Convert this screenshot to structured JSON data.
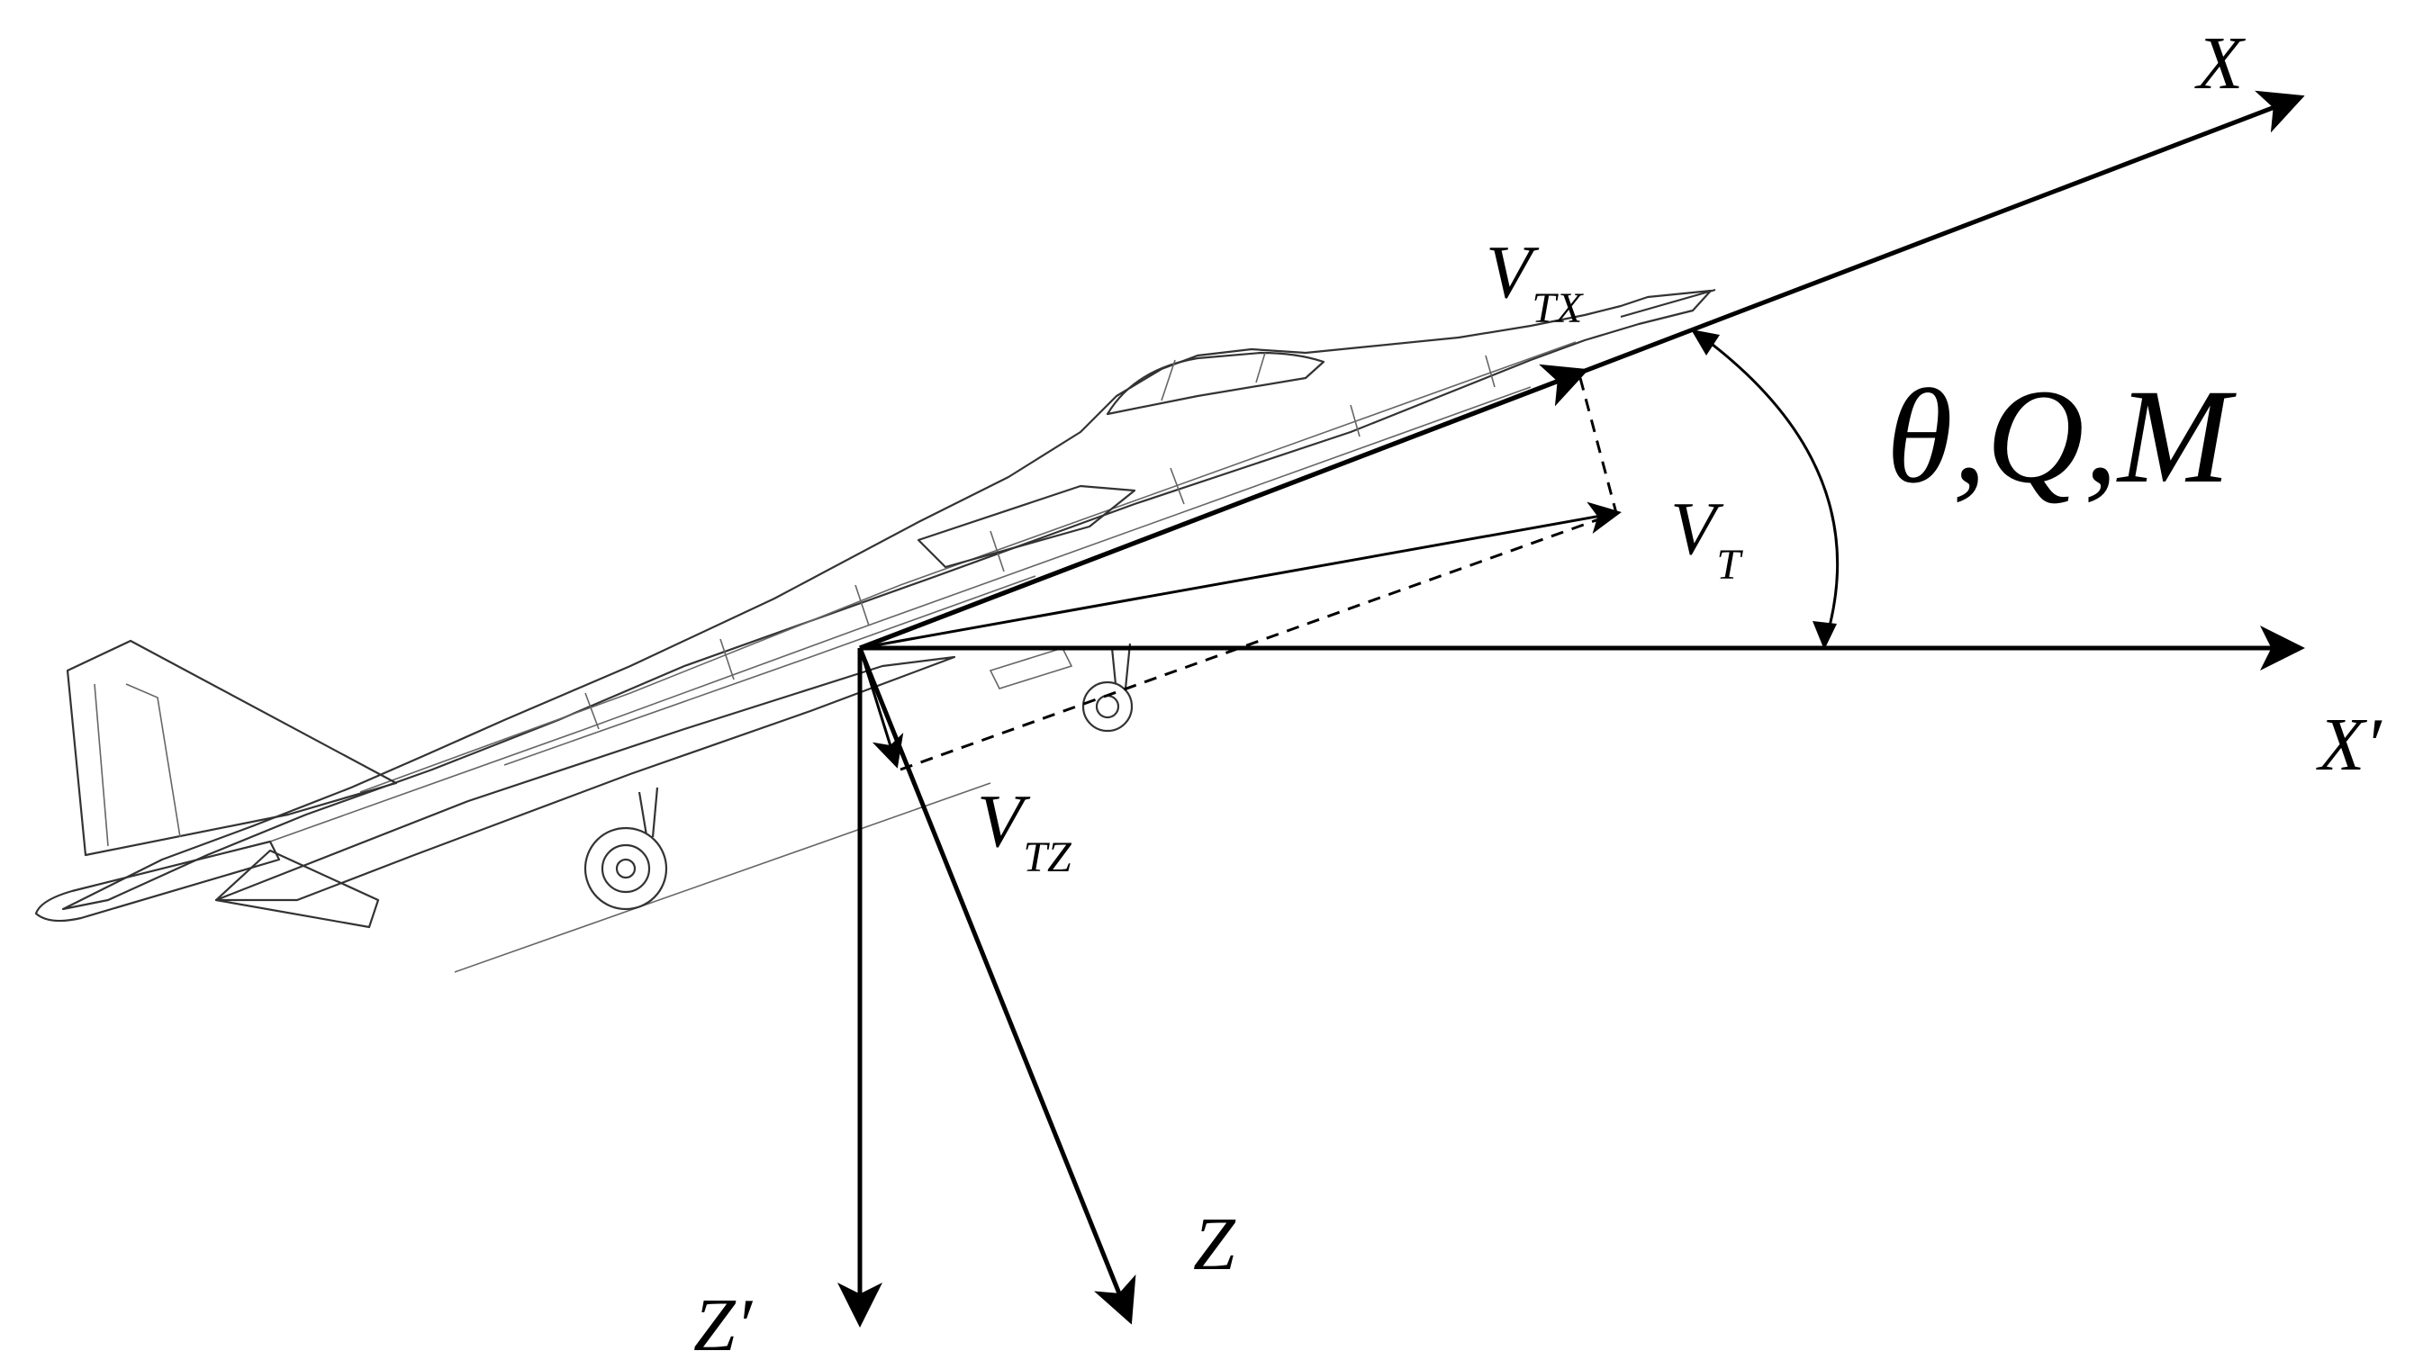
{
  "labels": {
    "x_axis": "X",
    "x_prime_axis": "X′",
    "z_axis": "Z",
    "z_prime_axis": "Z′",
    "v_tx_main": "V",
    "v_tx_sub": "TX",
    "v_t_main": "V",
    "v_t_sub": "T",
    "v_tz_main": "V",
    "v_tz_sub": "TZ",
    "angle_label": "θ,Q,M"
  },
  "colors": {
    "ink": "#000000",
    "sketch": "#333333"
  }
}
